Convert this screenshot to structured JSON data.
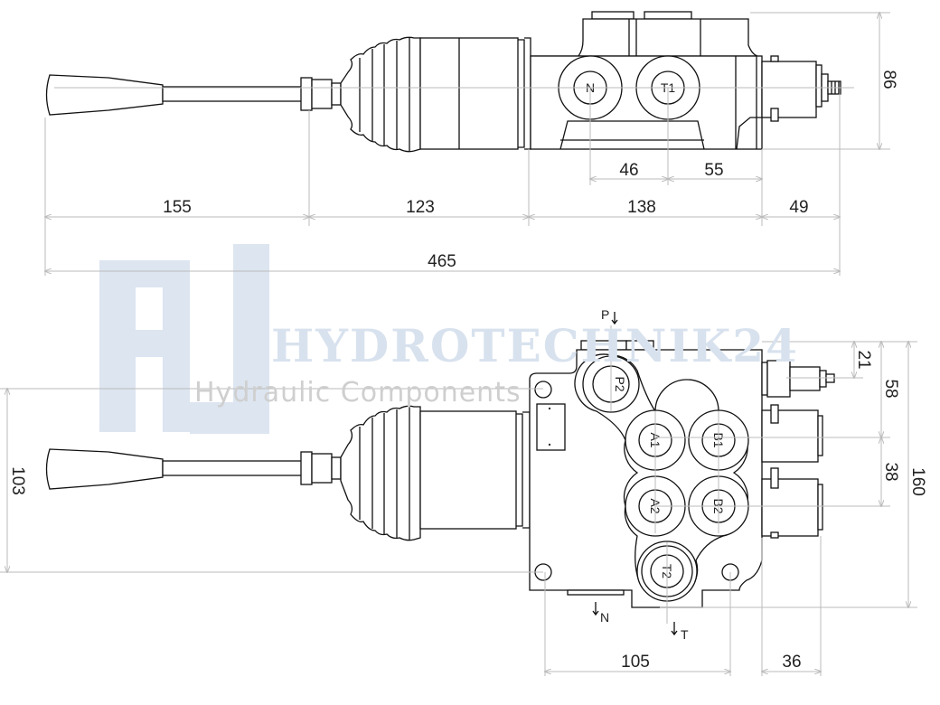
{
  "watermark": {
    "brand": "HYDROTECHNIK24",
    "tagline": "Hydraulic Components"
  },
  "top_view": {
    "ports": {
      "n": "N",
      "t1": "T1"
    },
    "dimensions": {
      "handle": "155",
      "boot": "123",
      "body": "138",
      "end_cap": "49",
      "overall": "465",
      "n_to_t1": "46",
      "t1_to_end": "55",
      "height": "86"
    }
  },
  "front_view": {
    "ports": {
      "p2": "P2",
      "a1": "A1",
      "b1": "B1",
      "a2": "A2",
      "b2": "B2",
      "t2": "T2"
    },
    "flow_labels": {
      "p": "P",
      "n": "N",
      "t": "T"
    },
    "dimensions": {
      "handle_offset": "103",
      "relief_offset": "21",
      "p_to_a1": "58",
      "a1_to_a2": "38",
      "height": "160",
      "hole_spacing": "105",
      "solenoid_depth": "36"
    }
  }
}
